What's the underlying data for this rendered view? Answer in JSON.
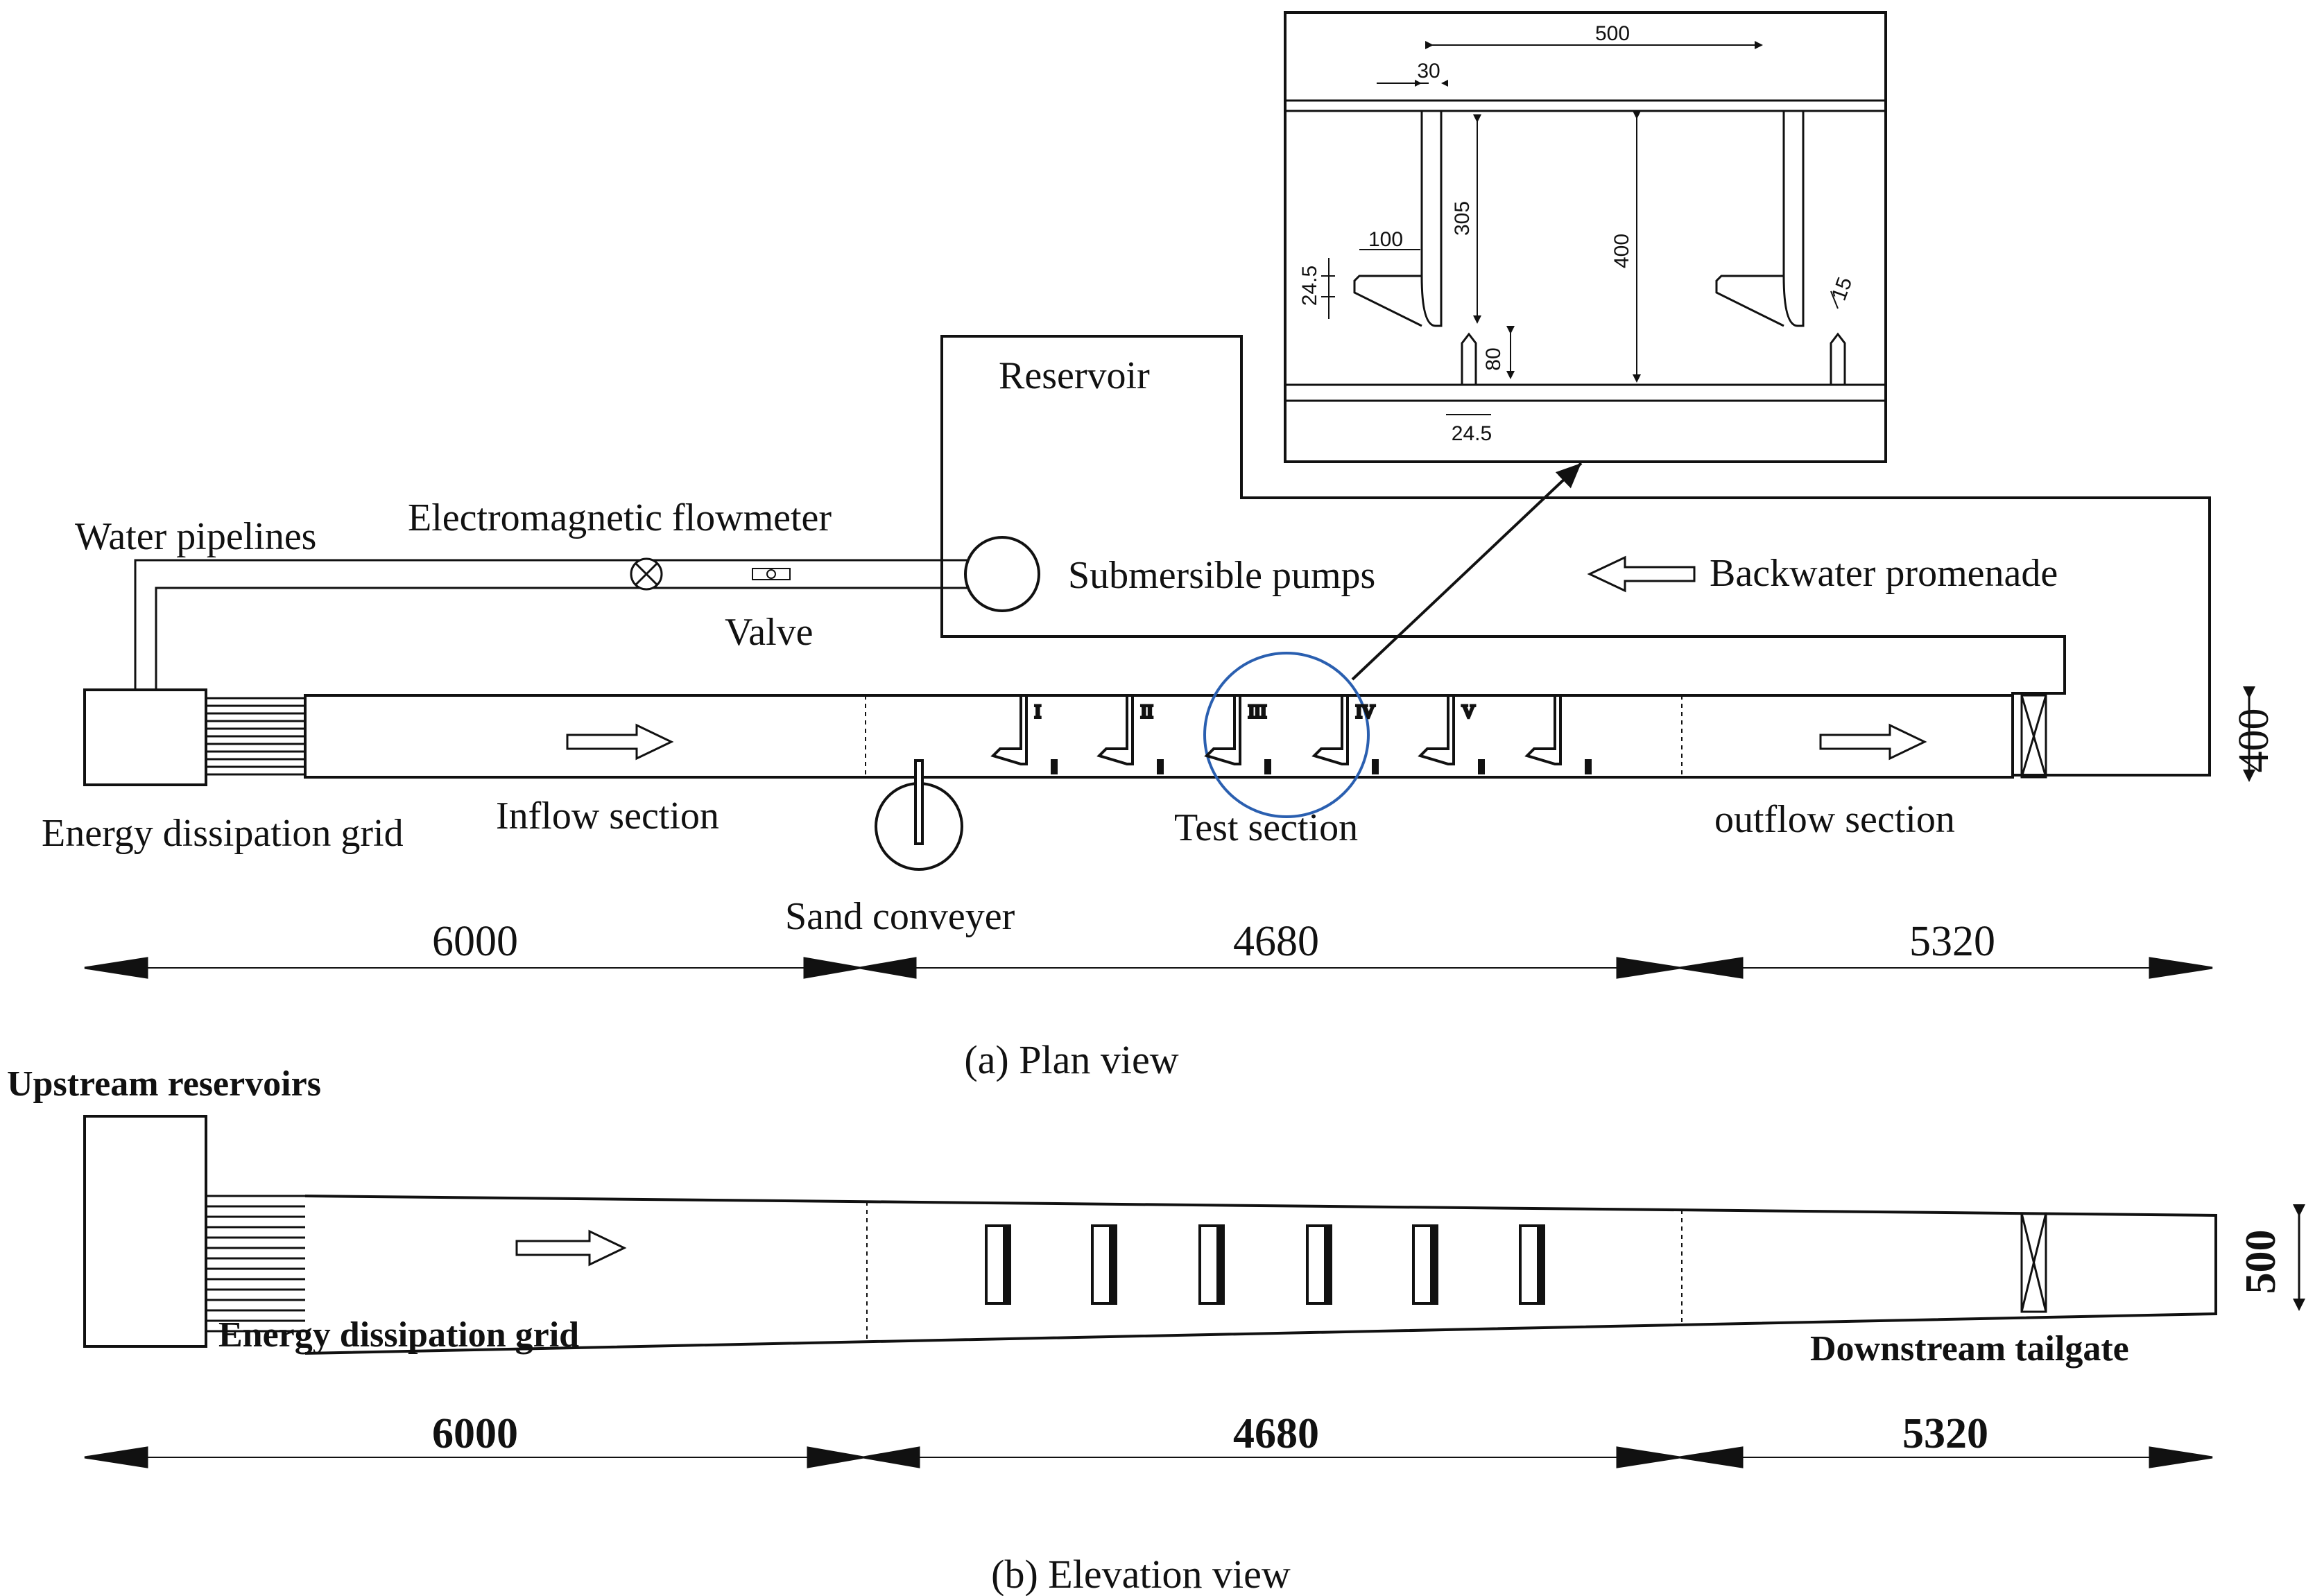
{
  "plan": {
    "caption": "(a) Plan view",
    "labels": {
      "reservoir": "Reservoir",
      "water_pipelines": "Water pipelines",
      "flowmeter": "Electromagnetic  flowmeter",
      "submersible_pumps": "Submersible pumps",
      "valve": "Valve",
      "backwater": "Backwater promenade",
      "energy_grid": "Energy dissipation grid",
      "inflow": "Inflow section",
      "test": "Test section",
      "outflow": "outflow section",
      "sand": "Sand conveyer"
    },
    "width_dim": "400",
    "dims": [
      "6000",
      "4680",
      "5320"
    ],
    "spurs": [
      "I",
      "II",
      "III",
      "IV",
      "V"
    ]
  },
  "inset": {
    "d500": "500",
    "d30": "30",
    "d305": "305",
    "d100": "100",
    "d400": "400",
    "d245a": "24.5",
    "d80": "80",
    "d245b": "24.5",
    "d15": "15"
  },
  "elevation": {
    "caption": "(b) Elevation view",
    "labels": {
      "upstream": "Upstream reservoirs",
      "energy_grid": "Energy dissipation grid",
      "tailgate": "Downstream tailgate"
    },
    "height_dim": "500",
    "dims": [
      "6000",
      "4680",
      "5320"
    ]
  },
  "colors": {
    "highlight_circle": "#2a5fb0",
    "line": "#111111"
  }
}
